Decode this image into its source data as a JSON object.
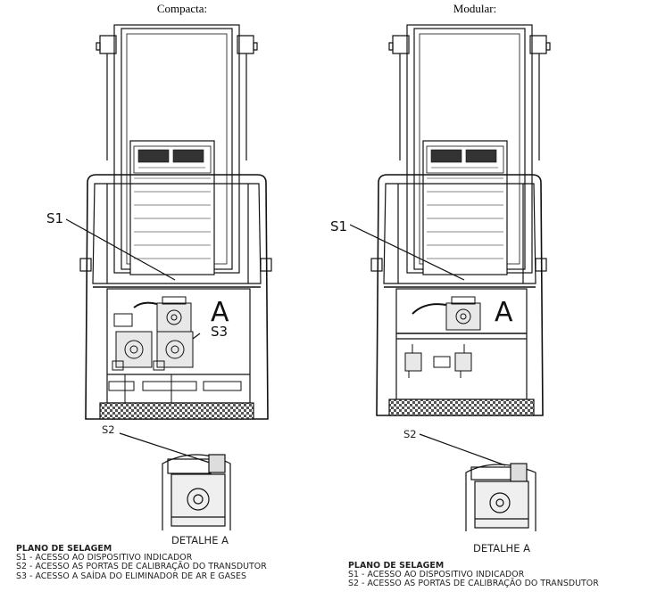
{
  "left": {
    "title": "Compacta:",
    "labels": {
      "s1": "S1",
      "s2": "S2",
      "s3": "S3",
      "a": "A"
    },
    "detail_caption": "DETALHE A",
    "legend": {
      "heading": "PLANO DE SELAGEM",
      "items": [
        "S1 - ACESSO AO DISPOSITIVO INDICADOR",
        "S2 - ACESSO AS PORTAS DE CALIBRAÇÃO DO TRANSDUTOR",
        "S3 - ACESSO A SAÍDA DO ELIMINADOR DE AR E GASES"
      ]
    }
  },
  "right": {
    "title": "Modular:",
    "labels": {
      "s1": "S1",
      "s2": "S2",
      "a": "A"
    },
    "detail_caption": "DETALHE A",
    "legend": {
      "heading": "PLANO DE SELAGEM",
      "items": [
        "S1 - ACESSO AO DISPOSITIVO INDICADOR",
        "S2 - ACESSO AS PORTAS DE CALIBRAÇÃO DO TRANSDUTOR"
      ]
    }
  }
}
